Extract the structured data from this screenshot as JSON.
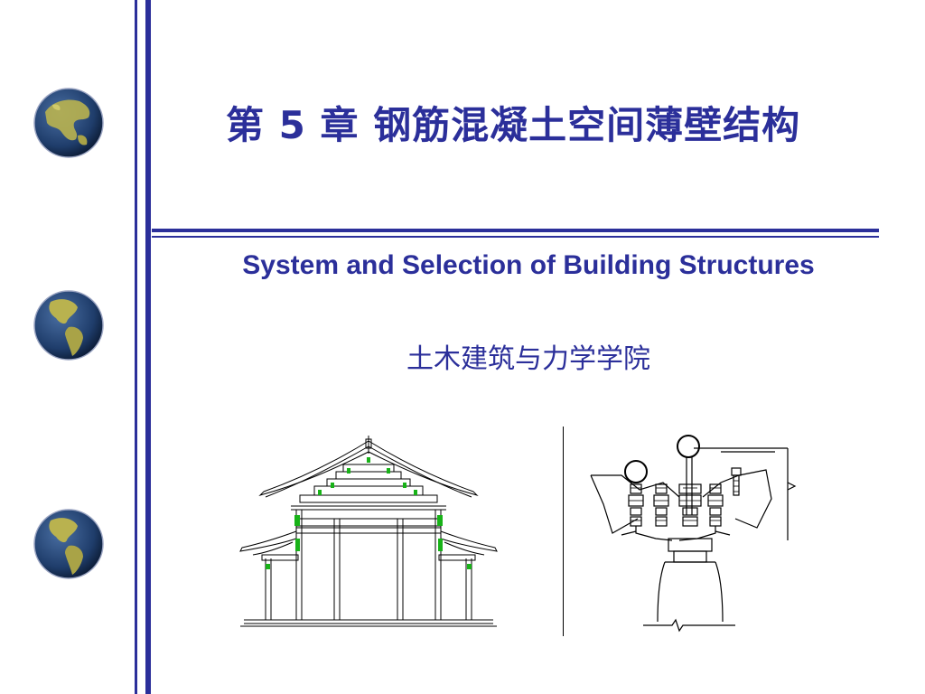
{
  "title": "第 5 章  钢筋混凝土空间薄壁结构",
  "subtitle": "System and Selection of Building Structures",
  "school": "土木建筑与力学学院",
  "colors": {
    "accent": "#2b2f9a",
    "globe_ocean": "#1f3d6b",
    "globe_land": "#c9c25a",
    "drawing_highlight": "#18b218"
  },
  "icons": [
    "globe-asia-icon",
    "globe-americas-icon",
    "globe-americas-icon"
  ]
}
